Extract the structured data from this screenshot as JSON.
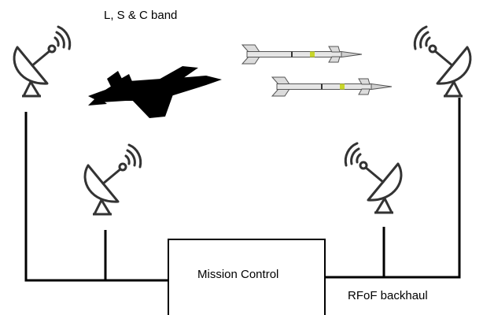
{
  "labels": {
    "band": "L, S & C band",
    "mission_control": "Mission Control",
    "backhaul": "RFoF backhaul"
  },
  "icons": {
    "dishes": [
      "satellite-dish-icon",
      "satellite-dish-icon",
      "satellite-dish-icon",
      "satellite-dish-icon"
    ],
    "aircraft": "fighter-jet-icon",
    "missiles": [
      "missile-icon",
      "missile-icon"
    ]
  },
  "colors": {
    "line": "#000000",
    "dish_stroke": "#333333",
    "jet_fill": "#000000",
    "missile_body": "#e6e6e6",
    "missile_band": "#c8d62a"
  }
}
